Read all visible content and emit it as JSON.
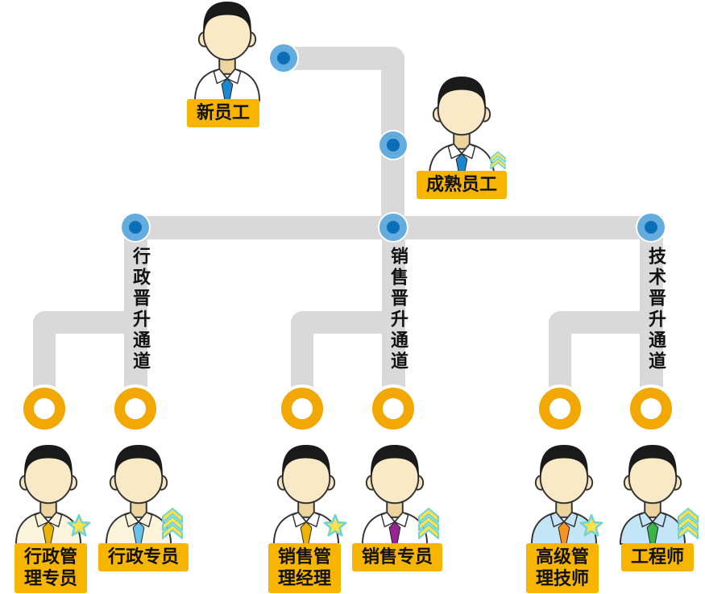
{
  "colors": {
    "label_bg": "#F7B500",
    "path": "#D9D9D9",
    "node_outer": "#64ACDE",
    "node_inner": "#0D6EB8",
    "ring": "#F2A702",
    "badge_fill": "#FFE24A",
    "badge_outline": "#6ED3D3",
    "text": "#111111"
  },
  "stages": {
    "new_employee": {
      "label": "新员工",
      "tie": "#1E86CC",
      "shirt": "#FFFFFF"
    },
    "mature_employee": {
      "label": "成熟员工",
      "tie": "#1E86CC",
      "shirt": "#FFFFFF"
    }
  },
  "channels": [
    {
      "label": "行政晋升通道",
      "manager": {
        "lines": [
          "行政管",
          "理专员"
        ],
        "tie": "#EBB400",
        "shirt": "#FBF3DA",
        "badge": "star"
      },
      "specialist": {
        "lines": [
          "行政专员"
        ],
        "tie": "#66C3EE",
        "shirt": "#FBF3DA",
        "badge": "chevrons"
      }
    },
    {
      "label": "销售晋升通道",
      "manager": {
        "lines": [
          "销售管",
          "理经理"
        ],
        "tie": "#F0B400",
        "shirt": "#FFFFFF",
        "badge": "star"
      },
      "specialist": {
        "lines": [
          "销售专员"
        ],
        "tie": "#93278F",
        "shirt": "#FFFFFF",
        "badge": "chevrons"
      }
    },
    {
      "label": "技术晋升通道",
      "manager": {
        "lines": [
          "高级管",
          "理技师"
        ],
        "tie": "#F7941E",
        "shirt": "#C3E5F7",
        "badge": "star"
      },
      "specialist": {
        "lines": [
          "工程师"
        ],
        "tie": "#3AB54A",
        "shirt": "#C3E5F7",
        "badge": "chevrons"
      }
    }
  ]
}
